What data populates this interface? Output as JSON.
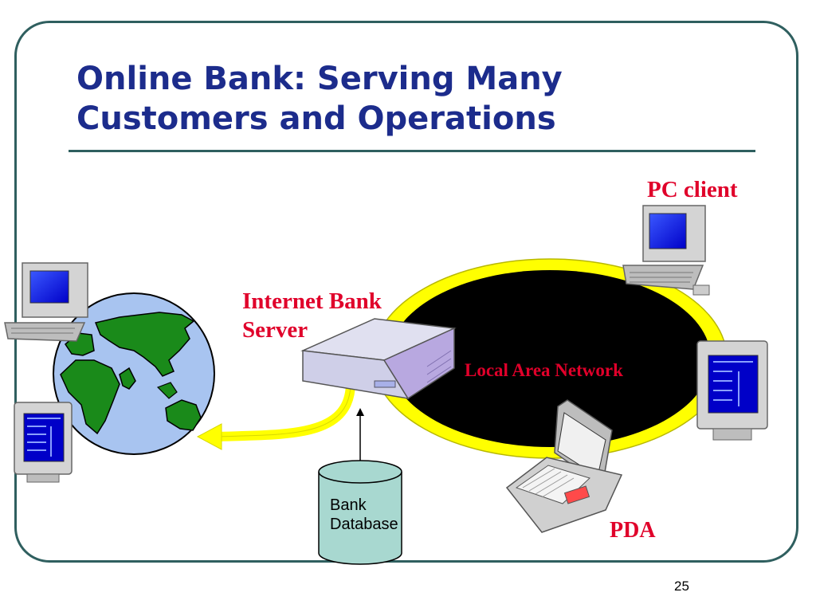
{
  "slide": {
    "title_line1": "Online Bank: Serving Many",
    "title_line2": "Customers and Operations",
    "page_number": "25"
  },
  "diagram": {
    "nodes": {
      "pc_client": "PC client",
      "server_line1": "Internet Bank",
      "server_line2": "Server",
      "lan": "Local Area Network",
      "pda": "PDA",
      "db_line1": "Bank",
      "db_line2": "Database"
    },
    "icons": [
      "globe-icon",
      "desktop-computer-icon",
      "terminal-icon",
      "server-icon",
      "database-icon",
      "laptop-icon"
    ],
    "colors": {
      "title": "#1c2c8c",
      "labels": "#e0002a",
      "network_ring": "#ffff00",
      "network_core": "#000000",
      "ocean": "#a8c4f0",
      "land": "#1a8a1a",
      "database": "#a8d8d0",
      "server": "#cfcfe8"
    }
  }
}
